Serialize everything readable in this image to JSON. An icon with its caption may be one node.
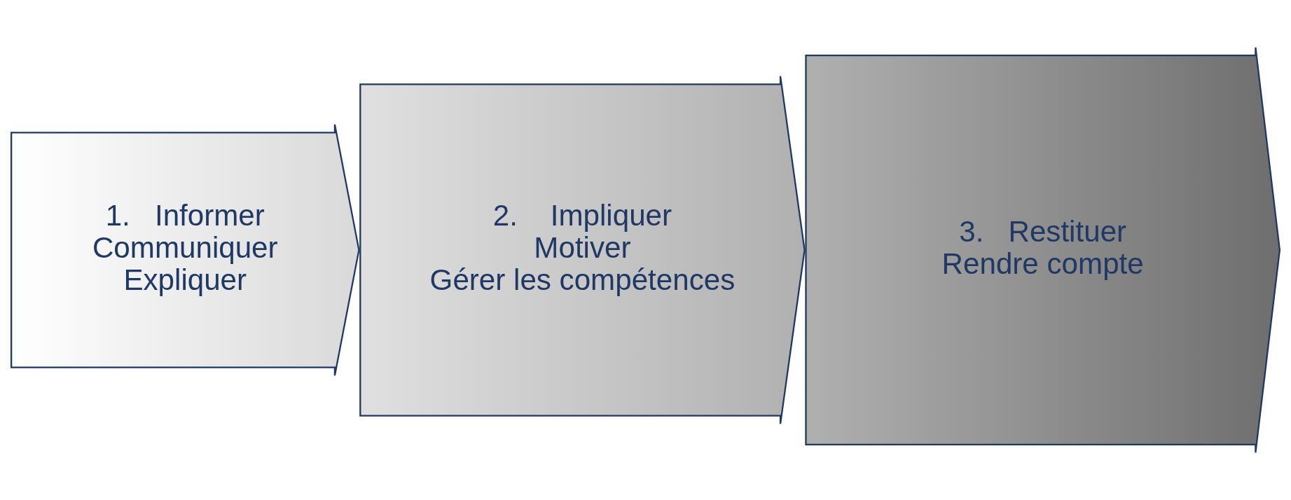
{
  "diagram": {
    "nodes": [
      {
        "text": [
          "1.   Informer",
          "Communiquer",
          "Expliquer"
        ]
      },
      {
        "text": [
          "2.    Impliquer",
          "Motiver",
          "Gérer les compétences"
        ]
      },
      {
        "text": [
          "3.   Restituer",
          "Rendre compte"
        ]
      }
    ]
  }
}
